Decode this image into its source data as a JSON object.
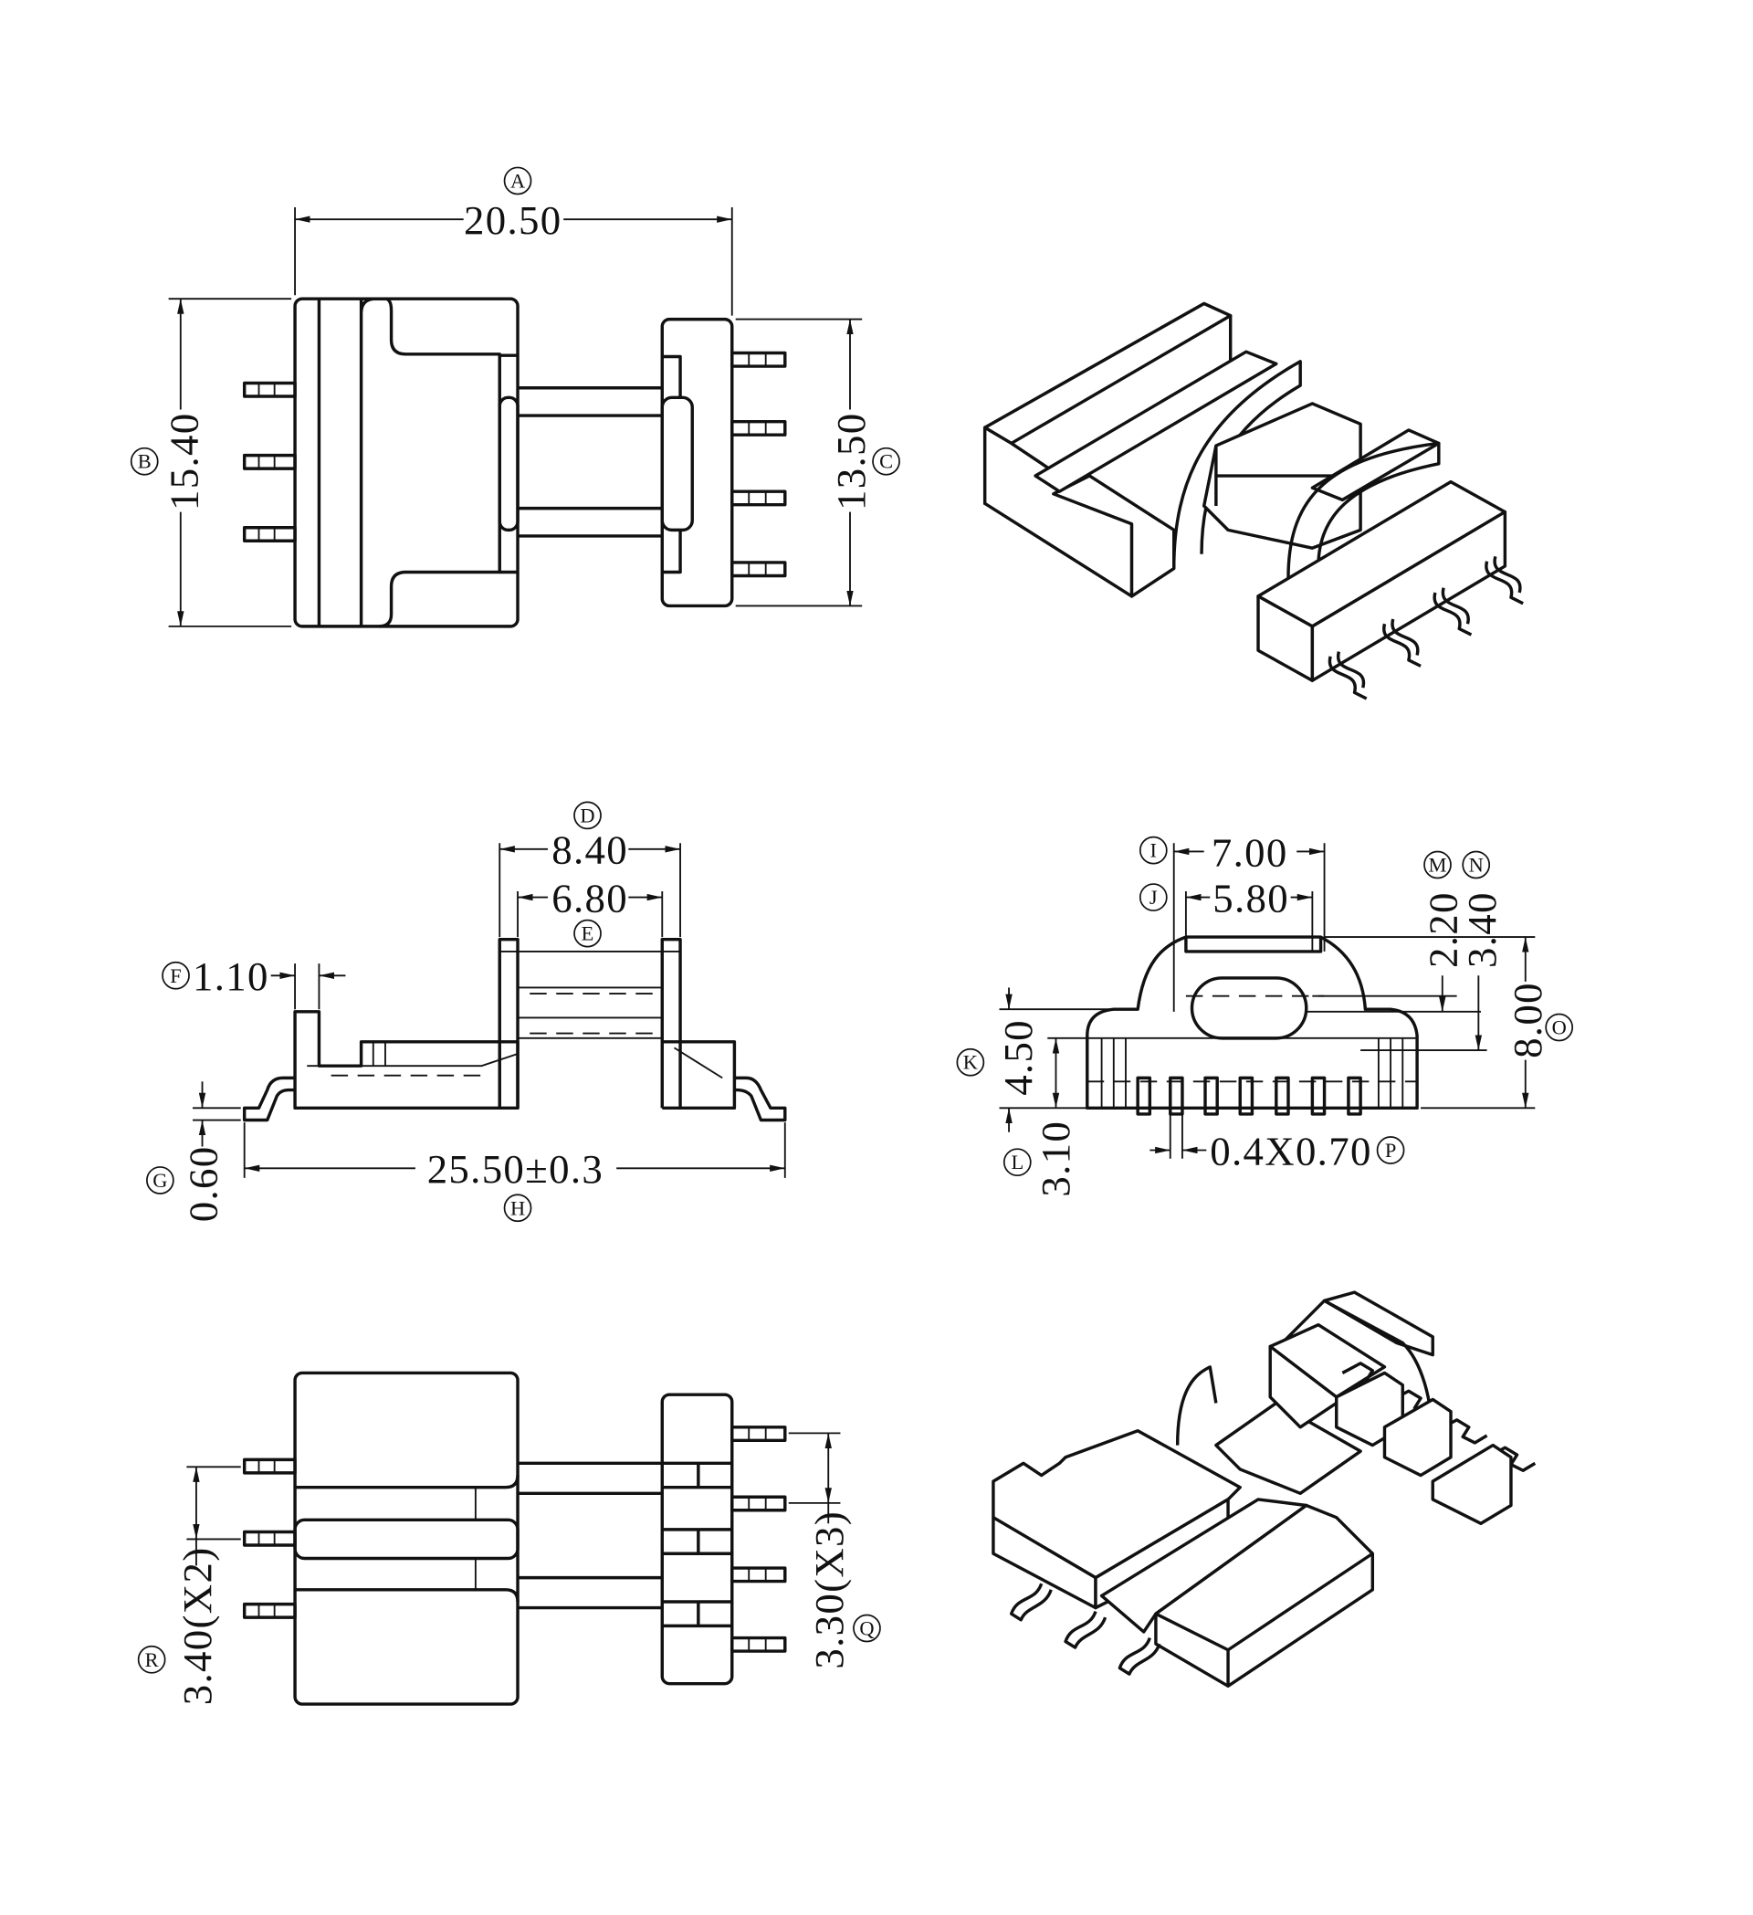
{
  "drawing": {
    "dimensions": {
      "A": "20.50",
      "B": "15.40",
      "C": "13.50",
      "D": "8.40",
      "E": "6.80",
      "F": "1.10",
      "G": "0.60",
      "H": "25.50±0.3",
      "I": "7.00",
      "J": "5.80",
      "K": "4.50",
      "L": "3.10",
      "M": "2.20",
      "N": "3.40",
      "O": "8.00",
      "P": "0.4X0.70",
      "Q": "3.30(X3)",
      "R": "3.40(X2)"
    },
    "callouts": {
      "A": "A",
      "B": "B",
      "C": "C",
      "D": "D",
      "E": "E",
      "F": "F",
      "G": "G",
      "H": "H",
      "I": "I",
      "J": "J",
      "K": "K",
      "L": "L",
      "M": "M",
      "N": "N",
      "O": "O",
      "P": "P",
      "Q": "Q",
      "R": "R"
    }
  }
}
